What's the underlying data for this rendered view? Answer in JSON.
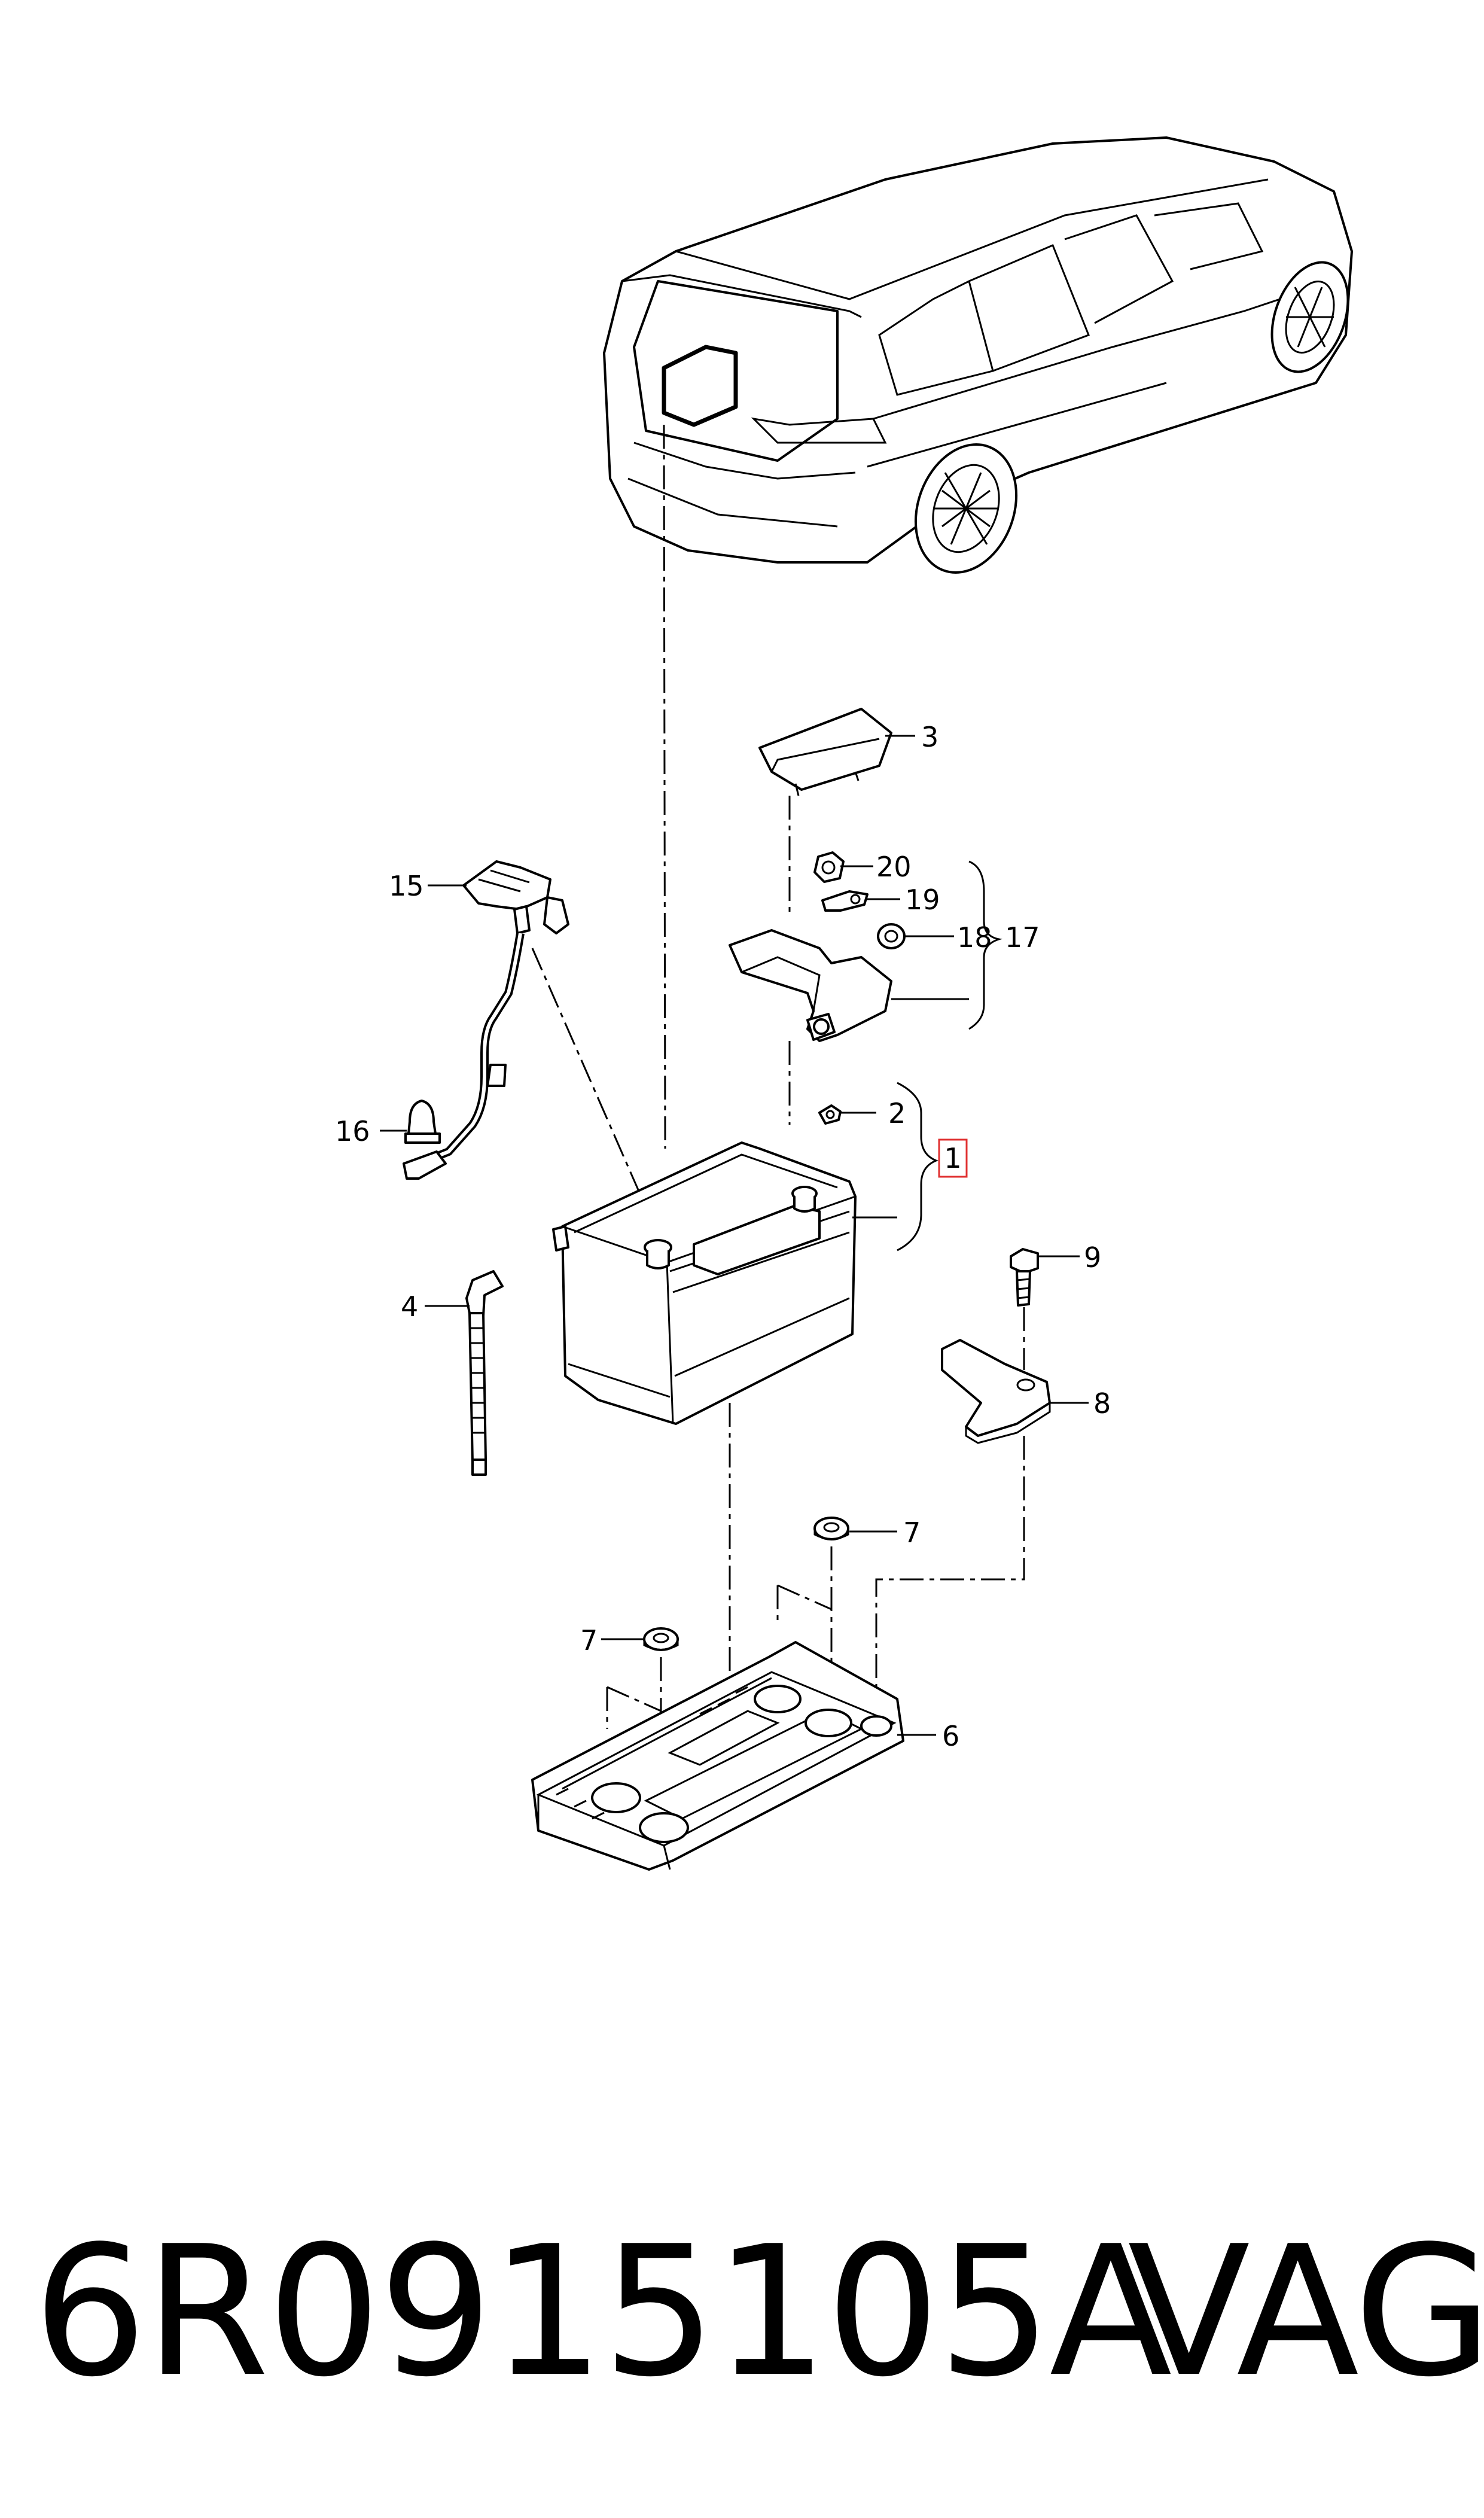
{
  "caption": {
    "part_number": "6R0915105A",
    "brand": "VAG"
  },
  "callouts": [
    {
      "id": "1",
      "label": "1",
      "highlighted": true
    },
    {
      "id": "2",
      "label": "2"
    },
    {
      "id": "3",
      "label": "3"
    },
    {
      "id": "4",
      "label": "4"
    },
    {
      "id": "6",
      "label": "6"
    },
    {
      "id": "7a",
      "label": "7"
    },
    {
      "id": "7b",
      "label": "7"
    },
    {
      "id": "8",
      "label": "8"
    },
    {
      "id": "9",
      "label": "9"
    },
    {
      "id": "15",
      "label": "15"
    },
    {
      "id": "16",
      "label": "16"
    },
    {
      "id": "17",
      "label": "17"
    },
    {
      "id": "18",
      "label": "18"
    },
    {
      "id": "19",
      "label": "19"
    },
    {
      "id": "20",
      "label": "20"
    }
  ],
  "colors": {
    "line": "#000000",
    "background": "#ffffff",
    "highlight_box": "#e03030"
  }
}
